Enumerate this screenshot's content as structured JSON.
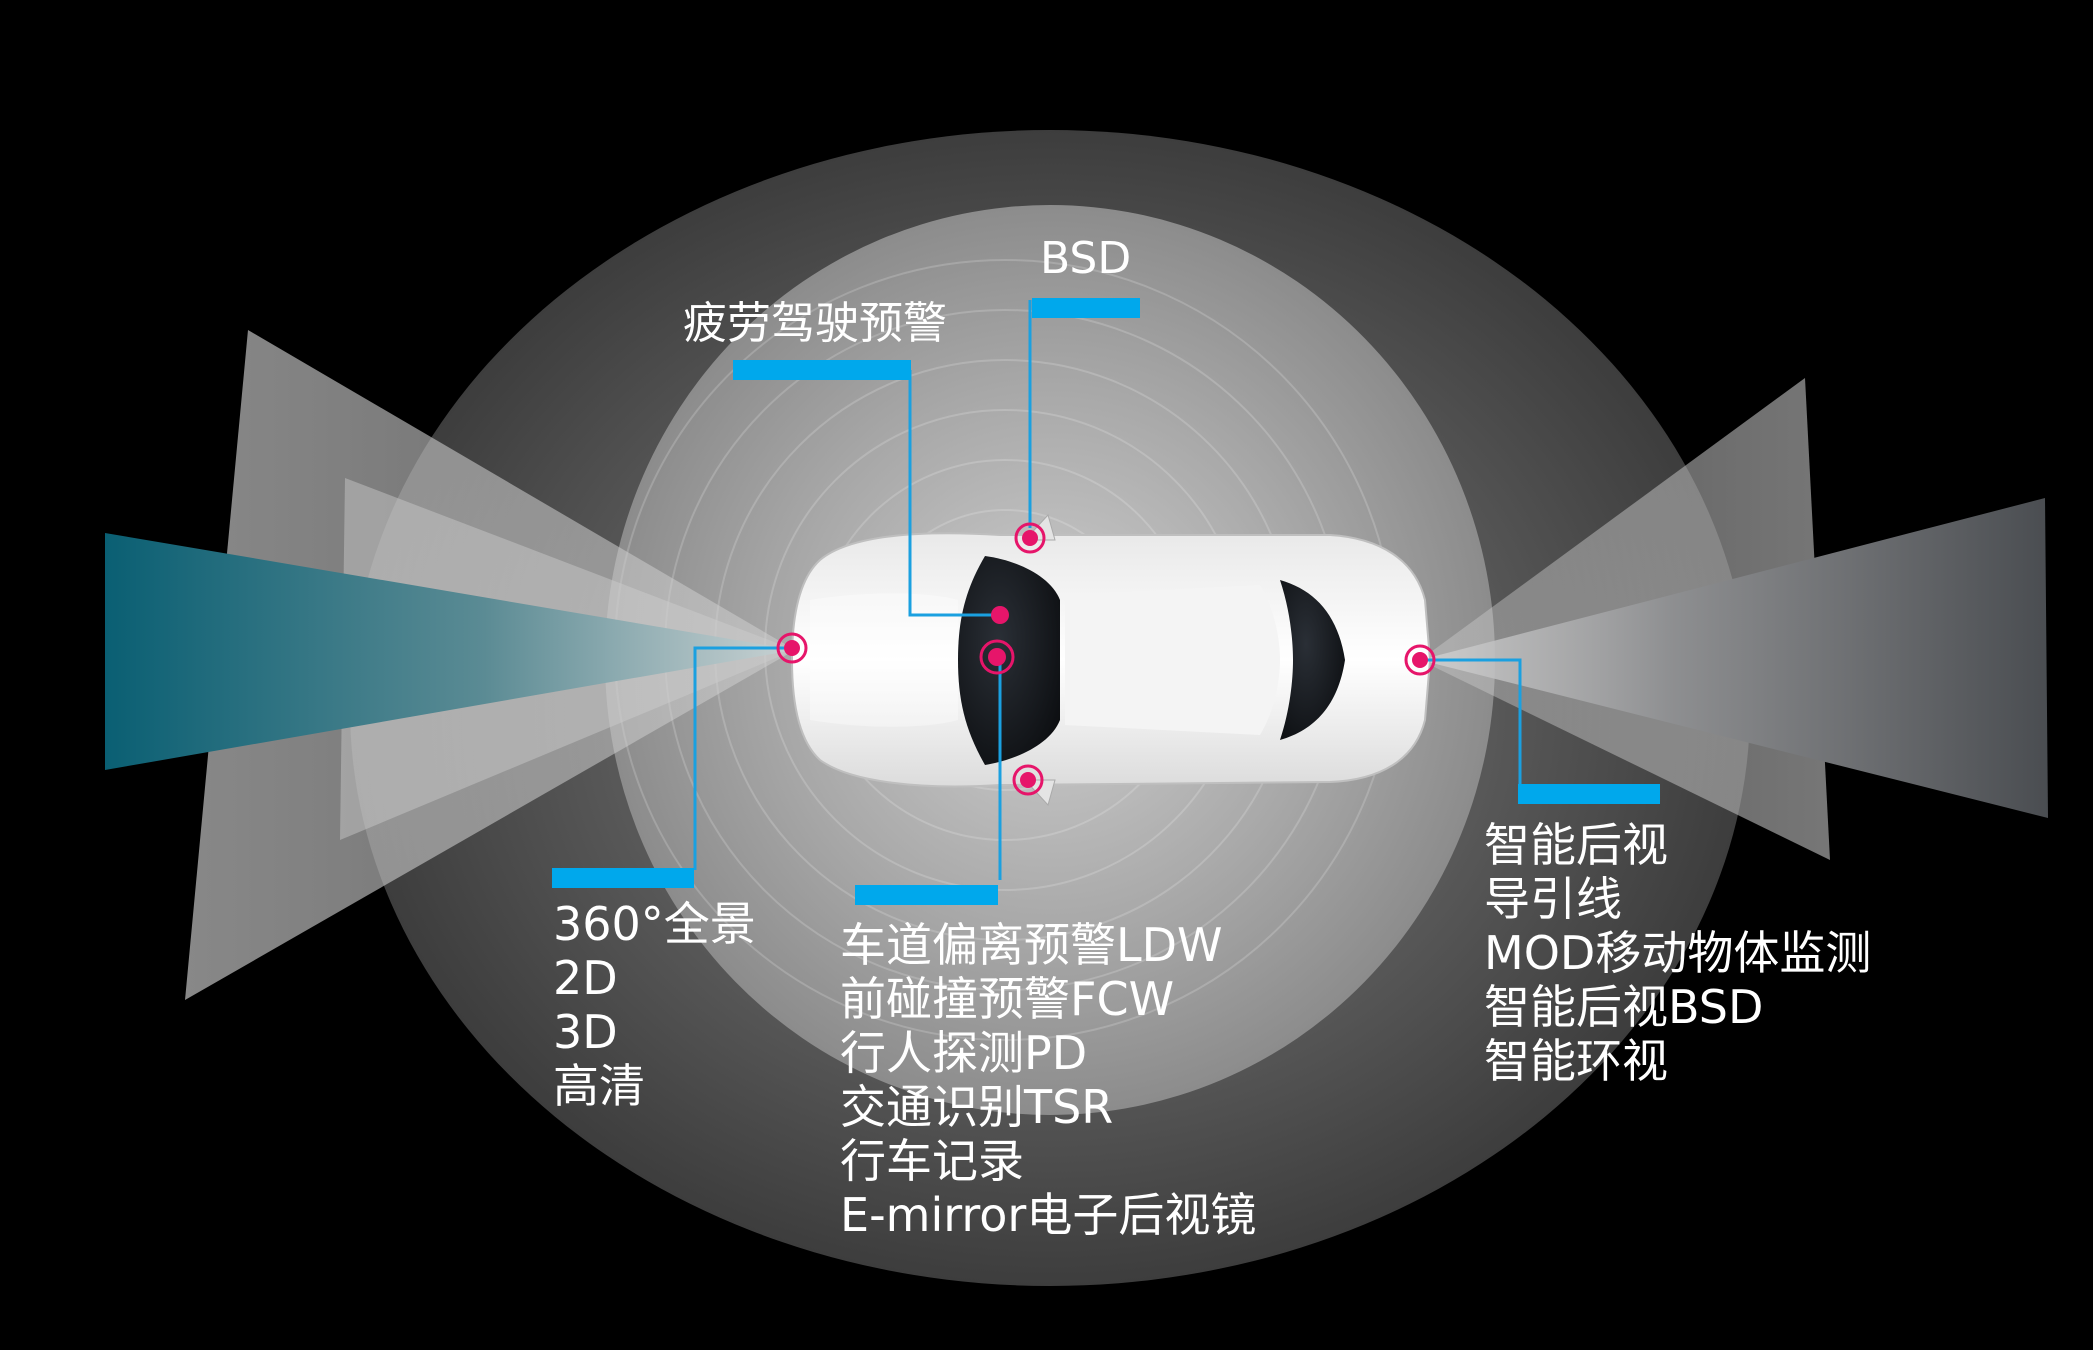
{
  "colors": {
    "background": "#000000",
    "outer_ellipse": "#585858",
    "inner_ellipse": "#9a9a9a",
    "accent_blue": "#00a8ec",
    "sensor_pink": "#e6156a",
    "front_beam": "#0f6b7d",
    "text": "#ffffff"
  },
  "icons": {
    "vehicle": "car-top-view-icon",
    "sensor": "camera-sensor-dot-icon"
  },
  "labels": {
    "bsd": "BSD",
    "fatigue": "疲劳驾驶预警",
    "surround": [
      "360°全景",
      "2D",
      "3D",
      "高清"
    ],
    "front_camera": [
      "车道偏离预警LDW",
      "前碰撞预警FCW",
      "行人探测PD",
      "交通识别TSR",
      "行车记录",
      "E-mirror电子后视镜"
    ],
    "rear_camera": [
      "智能后视",
      "导引线",
      "MOD移动物体监测",
      "智能后视BSD",
      "智能环视"
    ]
  }
}
